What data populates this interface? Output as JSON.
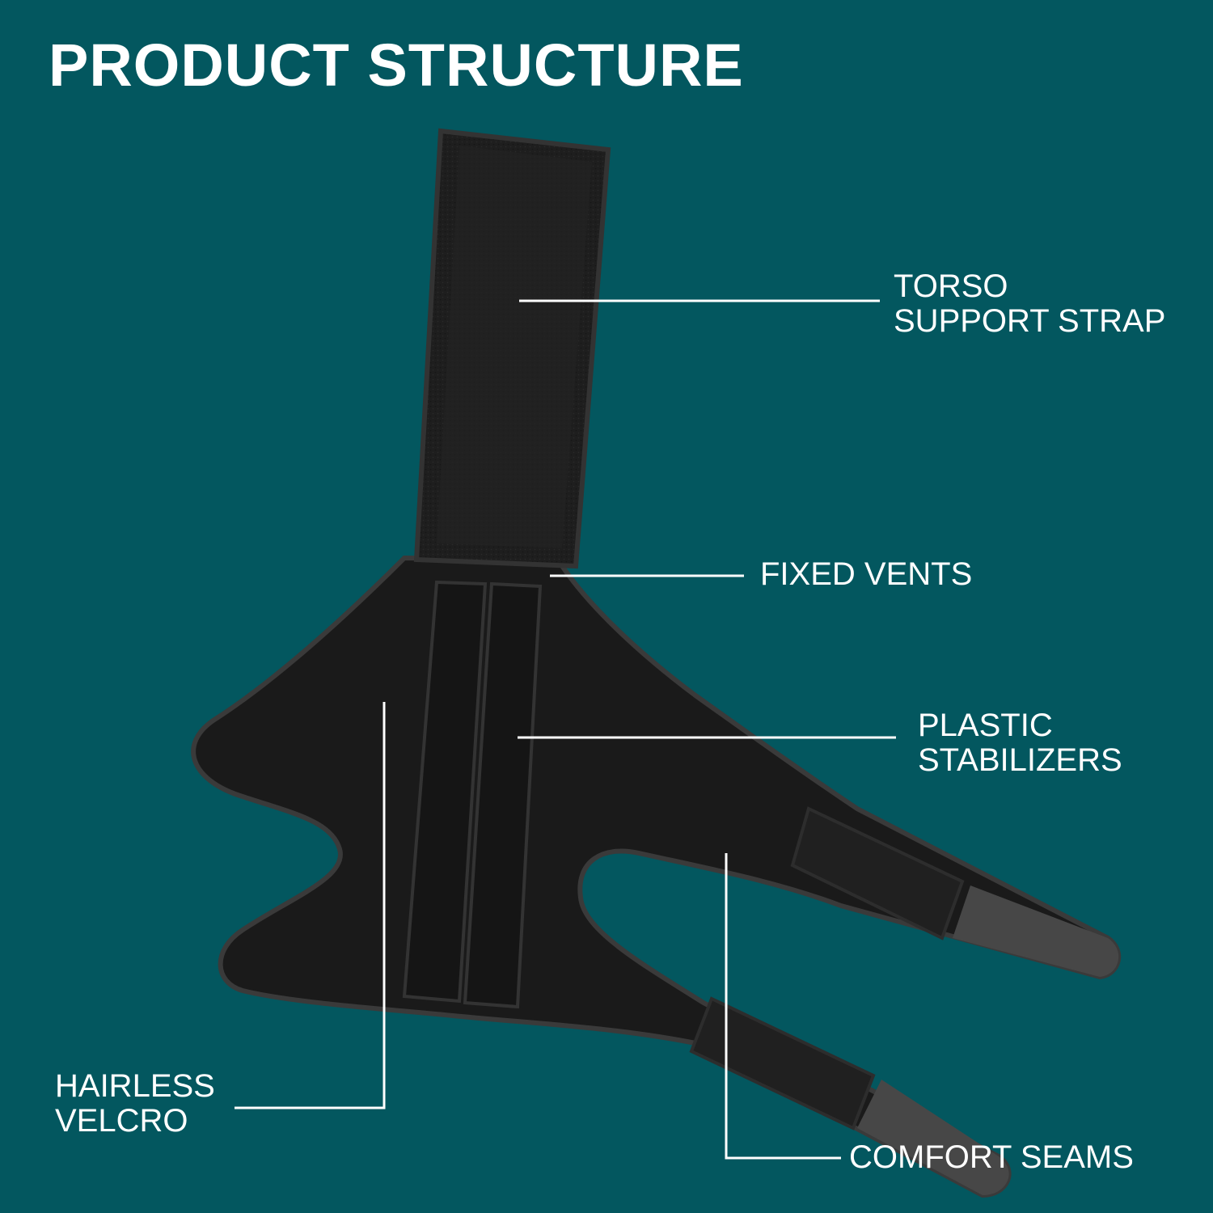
{
  "title": "PRODUCT STRUCTURE",
  "colors": {
    "background": "#03575f",
    "text": "#ffffff",
    "product": "#1c1c1c",
    "product_edge": "#3a3a3a"
  },
  "callouts": {
    "torso_support_strap": {
      "line1": "TORSO",
      "line2": "SUPPORT STRAP"
    },
    "fixed_vents": {
      "line1": "FIXED VENTS"
    },
    "plastic_stabilizers": {
      "line1": "PLASTIC",
      "line2": "STABILIZERS"
    },
    "hairless_velcro": {
      "line1": "HAIRLESS",
      "line2": "VELCRO"
    },
    "comfort_seams": {
      "line1": "COMFORT SEAMS"
    }
  }
}
